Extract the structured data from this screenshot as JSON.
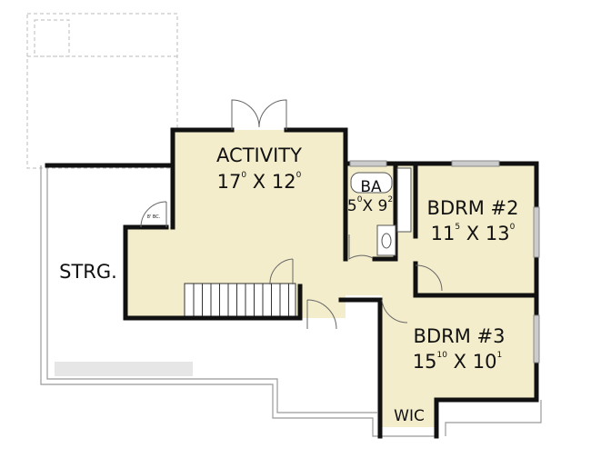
{
  "colors": {
    "room_fill": "#f3edcc",
    "wall": "#111111",
    "outline": "#9a9a9a",
    "window": "#bdbdbd"
  },
  "rooms": {
    "activity": {
      "name": "ACTIVITY",
      "w": "17",
      "w_in": "0",
      "h": "12",
      "h_in": "0"
    },
    "bath": {
      "name": "BA",
      "w": "5",
      "w_in": "0",
      "h": "9",
      "h_in": "2"
    },
    "bedroom2": {
      "name": "BDRM #2",
      "w": "11",
      "w_in": "5",
      "h": "13",
      "h_in": "0"
    },
    "bedroom3": {
      "name": "BDRM #3",
      "w": "15",
      "w_in": "10",
      "h": "10",
      "h_in": "1"
    },
    "storage": {
      "name": "STRG."
    },
    "wic": {
      "name": "WIC"
    }
  }
}
